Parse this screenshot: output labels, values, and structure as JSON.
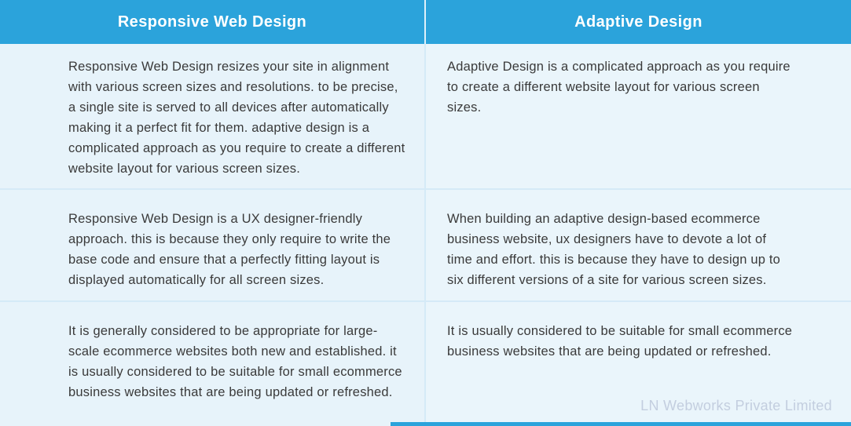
{
  "table": {
    "columns": [
      {
        "header": "Responsive Web Design",
        "rows": [
          "Responsive Web Design resizes your site in alignment with various screen sizes and resolutions. to be precise, a single site is served to all devices after automatically making it a perfect fit for them.  adaptive design is a complicated approach as you require to create a different website layout for various screen sizes.",
          "Responsive Web Design is a UX designer-friendly approach. this is because they only require to write the base code and ensure that a perfectly fitting layout is displayed automatically for all screen sizes.",
          "It is generally considered to be appropriate for large-scale ecommerce websites both new and established.  it is usually considered to be suitable for small ecommerce business websites that are being updated or refreshed."
        ]
      },
      {
        "header": "Adaptive Design",
        "rows": [
          "Adaptive Design is a complicated approach as you require to create a different website layout for various screen sizes.",
          "When building an adaptive design-based ecommerce business website, ux designers have to devote a lot of time and effort. this is because they have to design up to six different versions of a site for various screen sizes.",
          "It is usually considered to be suitable for small ecommerce business websites that are being updated or refreshed."
        ]
      }
    ]
  },
  "watermark": "LN Webworks Private Limited",
  "colors": {
    "header_bg": "#2BA3DB",
    "left_cell_bg": "#e7f3fa",
    "right_cell_bg": "#eaf5fb",
    "divider": "#d5eaf7",
    "body_text": "#3a3a3a",
    "watermark_text": "#c3cedf"
  }
}
